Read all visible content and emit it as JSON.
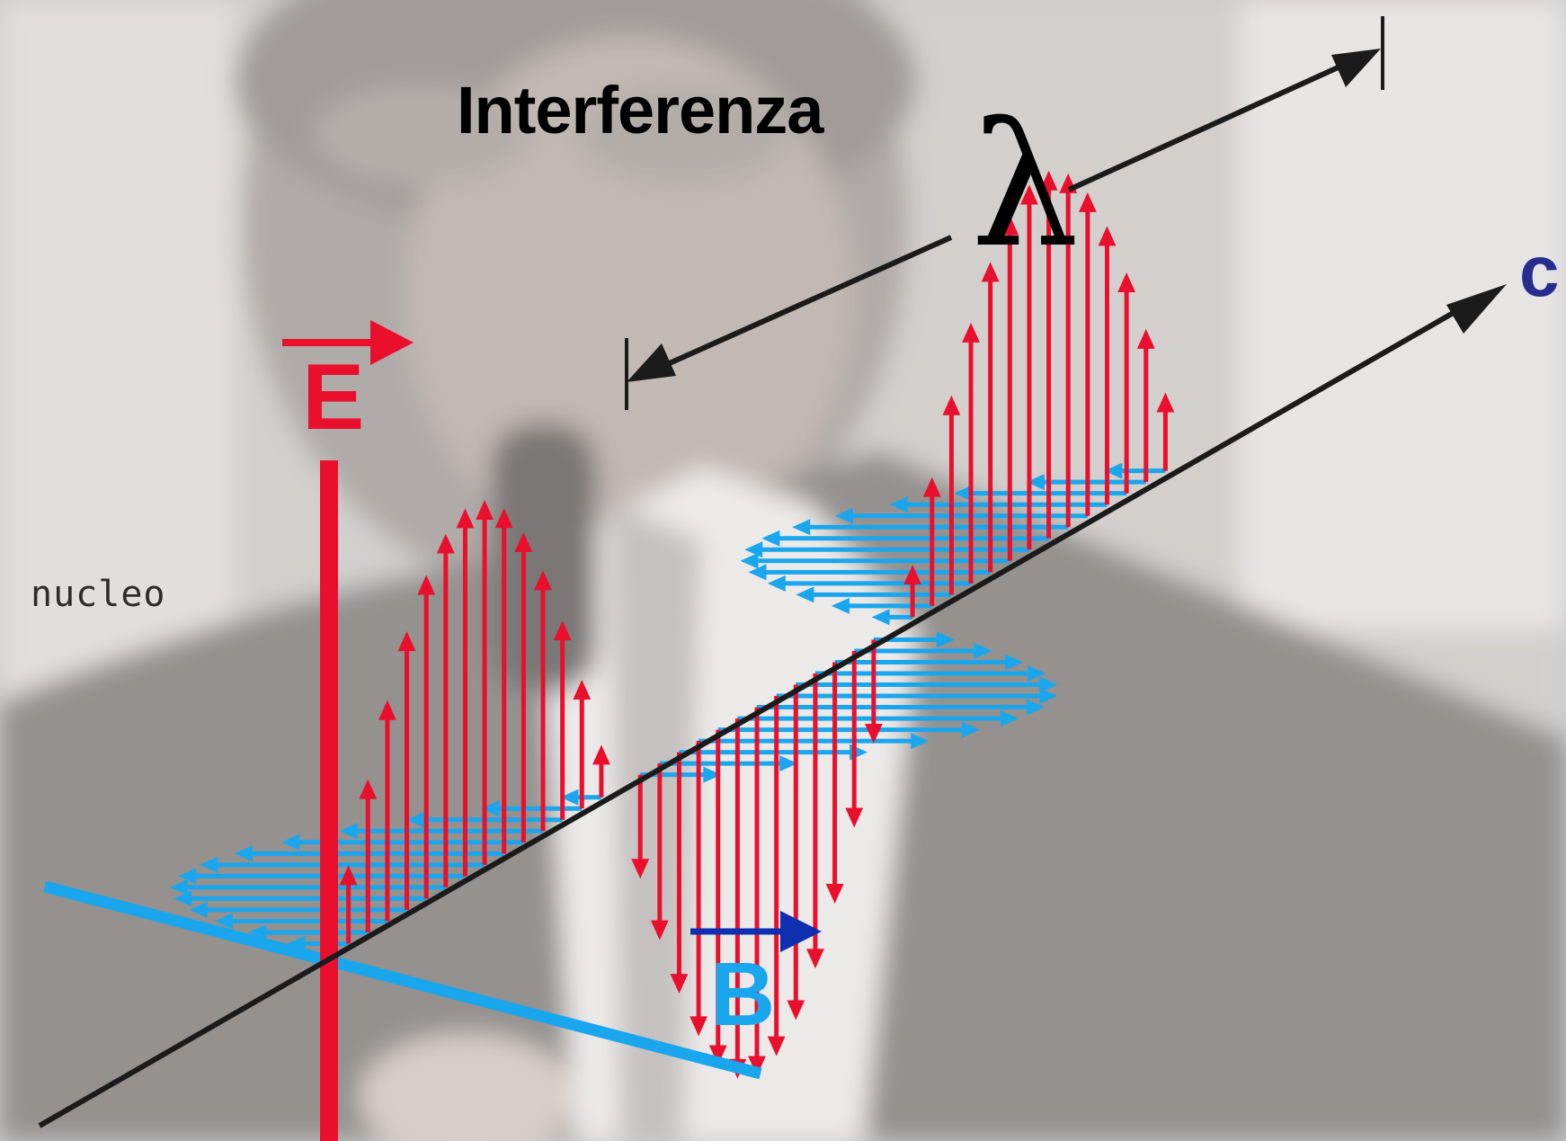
{
  "title": "Interferenza",
  "background_label": "nucleo",
  "labels": {
    "electric_field": "E",
    "magnetic_field": "B",
    "propagation": "c",
    "wavelength": "λ"
  },
  "colors": {
    "electric_field": "#ea0f2c",
    "magnetic_field": "#1aa6ec",
    "b_vector_arrow": "#0e2fb0",
    "propagation_label": "#272d8e",
    "axis": "#1b1b1b"
  },
  "background": "blurred photo of a speaker holding a microphone",
  "wave": {
    "visible_lobes": 3
  }
}
